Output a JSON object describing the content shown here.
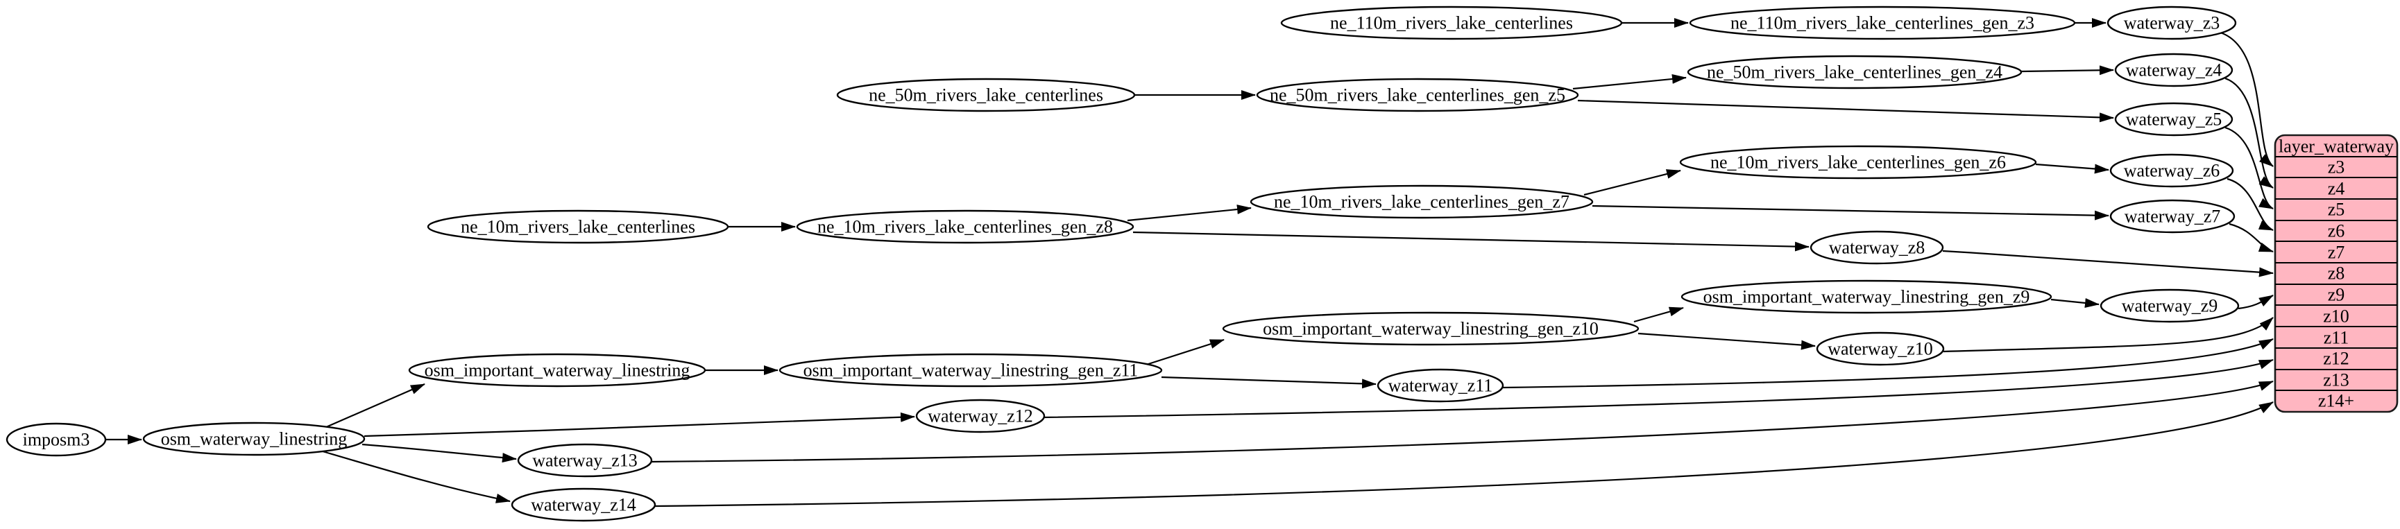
{
  "diagram": {
    "kind": "graphviz-flow-diagram",
    "background": "#ffffff",
    "edge_color": "#000000",
    "node_style": {
      "fill": "#ffffff",
      "stroke": "#000000",
      "text_color": "#000000"
    },
    "nodes": {
      "imposm3": "imposm3",
      "osm_waterway_linestring": "osm_waterway_linestring",
      "osm_important_waterway_linestring": "osm_important_waterway_linestring",
      "osm_important_waterway_linestring_gen_z11": "osm_important_waterway_linestring_gen_z11",
      "osm_important_waterway_linestring_gen_z10": "osm_important_waterway_linestring_gen_z10",
      "osm_important_waterway_linestring_gen_z9": "osm_important_waterway_linestring_gen_z9",
      "waterway_z3": "waterway_z3",
      "waterway_z4": "waterway_z4",
      "waterway_z5": "waterway_z5",
      "waterway_z6": "waterway_z6",
      "waterway_z7": "waterway_z7",
      "waterway_z8": "waterway_z8",
      "waterway_z9": "waterway_z9",
      "waterway_z10": "waterway_z10",
      "waterway_z11": "waterway_z11",
      "waterway_z12": "waterway_z12",
      "waterway_z13": "waterway_z13",
      "waterway_z14": "waterway_z14",
      "ne_10m_rivers_lake_centerlines": "ne_10m_rivers_lake_centerlines",
      "ne_10m_rivers_lake_centerlines_gen_z8": "ne_10m_rivers_lake_centerlines_gen_z8",
      "ne_10m_rivers_lake_centerlines_gen_z7": "ne_10m_rivers_lake_centerlines_gen_z7",
      "ne_10m_rivers_lake_centerlines_gen_z6": "ne_10m_rivers_lake_centerlines_gen_z6",
      "ne_50m_rivers_lake_centerlines": "ne_50m_rivers_lake_centerlines",
      "ne_50m_rivers_lake_centerlines_gen_z5": "ne_50m_rivers_lake_centerlines_gen_z5",
      "ne_50m_rivers_lake_centerlines_gen_z4": "ne_50m_rivers_lake_centerlines_gen_z4",
      "ne_110m_rivers_lake_centerlines": "ne_110m_rivers_lake_centerlines",
      "ne_110m_rivers_lake_centerlines_gen_z3": "ne_110m_rivers_lake_centerlines_gen_z3"
    },
    "table": {
      "title": "layer_waterway",
      "rows": [
        "z3",
        "z4",
        "z5",
        "z6",
        "z7",
        "z8",
        "z9",
        "z10",
        "z11",
        "z12",
        "z13",
        "z14+"
      ],
      "fill": "#ffb6c1",
      "stroke": "#1a1a1a",
      "text_color": "#000000"
    },
    "edges": [
      "imposm3 -> osm_waterway_linestring",
      "osm_waterway_linestring -> osm_important_waterway_linestring",
      "osm_waterway_linestring -> waterway_z12",
      "osm_waterway_linestring -> waterway_z13",
      "osm_waterway_linestring -> waterway_z14",
      "osm_important_waterway_linestring -> osm_important_waterway_linestring_gen_z11",
      "osm_important_waterway_linestring_gen_z11 -> osm_important_waterway_linestring_gen_z10",
      "osm_important_waterway_linestring_gen_z10 -> osm_important_waterway_linestring_gen_z9",
      "osm_important_waterway_linestring_gen_z9 -> waterway_z9",
      "osm_important_waterway_linestring_gen_z10 -> waterway_z10",
      "osm_important_waterway_linestring_gen_z11 -> waterway_z11",
      "ne_10m_rivers_lake_centerlines -> ne_10m_rivers_lake_centerlines_gen_z8",
      "ne_10m_rivers_lake_centerlines_gen_z8 -> ne_10m_rivers_lake_centerlines_gen_z7",
      "ne_10m_rivers_lake_centerlines_gen_z7 -> ne_10m_rivers_lake_centerlines_gen_z6",
      "ne_10m_rivers_lake_centerlines_gen_z6 -> waterway_z6",
      "ne_10m_rivers_lake_centerlines_gen_z7 -> waterway_z7",
      "ne_10m_rivers_lake_centerlines_gen_z8 -> waterway_z8",
      "ne_50m_rivers_lake_centerlines -> ne_50m_rivers_lake_centerlines_gen_z5",
      "ne_50m_rivers_lake_centerlines_gen_z5 -> ne_50m_rivers_lake_centerlines_gen_z4",
      "ne_50m_rivers_lake_centerlines_gen_z4 -> waterway_z4",
      "ne_50m_rivers_lake_centerlines_gen_z5 -> waterway_z5",
      "ne_110m_rivers_lake_centerlines -> ne_110m_rivers_lake_centerlines_gen_z3",
      "ne_110m_rivers_lake_centerlines_gen_z3 -> waterway_z3",
      "waterway_z3 -> layer_waterway.z3",
      "waterway_z4 -> layer_waterway.z4",
      "waterway_z5 -> layer_waterway.z5",
      "waterway_z6 -> layer_waterway.z6",
      "waterway_z7 -> layer_waterway.z7",
      "waterway_z8 -> layer_waterway.z8",
      "waterway_z9 -> layer_waterway.z9",
      "waterway_z10 -> layer_waterway.z10",
      "waterway_z11 -> layer_waterway.z11",
      "waterway_z12 -> layer_waterway.z12",
      "waterway_z13 -> layer_waterway.z13",
      "waterway_z14 -> layer_waterway.z14+"
    ]
  }
}
